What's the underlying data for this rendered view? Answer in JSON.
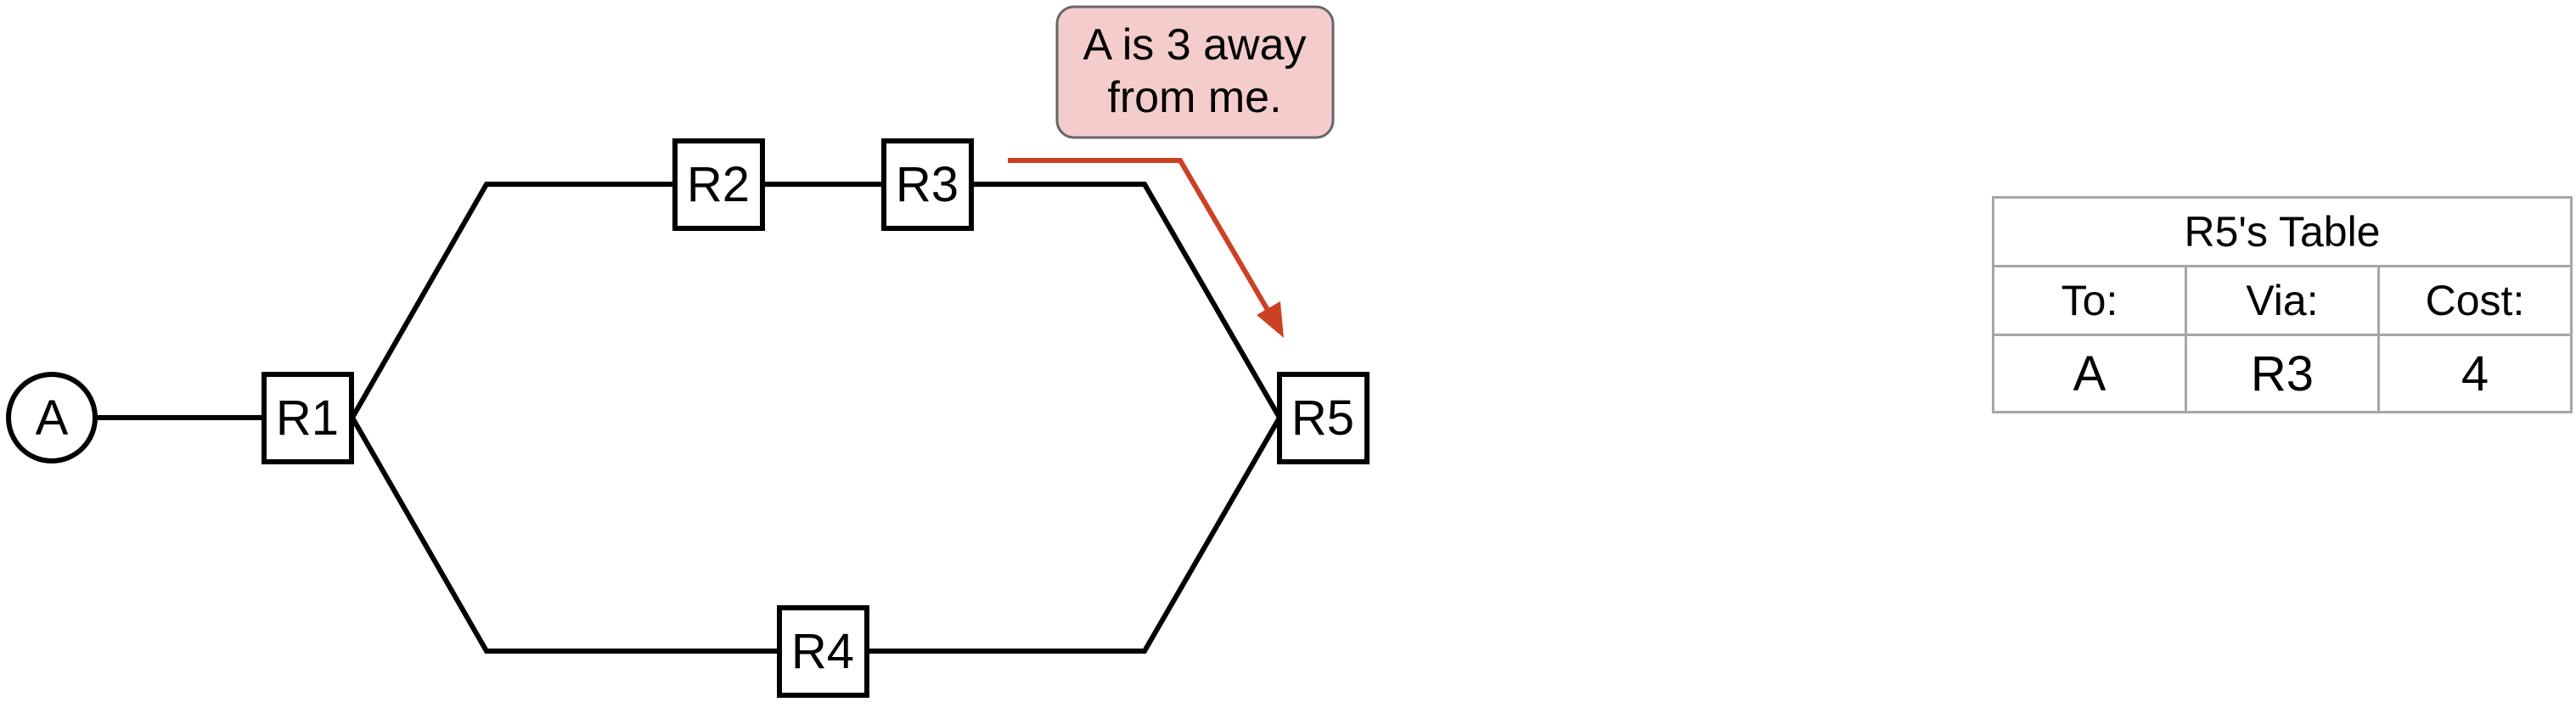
{
  "diagram": {
    "nodes": {
      "a": "A",
      "r1": "R1",
      "r2": "R2",
      "r3": "R3",
      "r4": "R4",
      "r5": "R5"
    },
    "callout": {
      "line1": "A is 3 away",
      "line2": "from me.",
      "fill_color": "#f4cccc",
      "arrow_color": "#cc4125"
    }
  },
  "table": {
    "title": "R5's Table",
    "headers": [
      "To:",
      "Via:",
      "Cost:"
    ],
    "rows": [
      [
        "A",
        "R3",
        "4"
      ]
    ]
  }
}
